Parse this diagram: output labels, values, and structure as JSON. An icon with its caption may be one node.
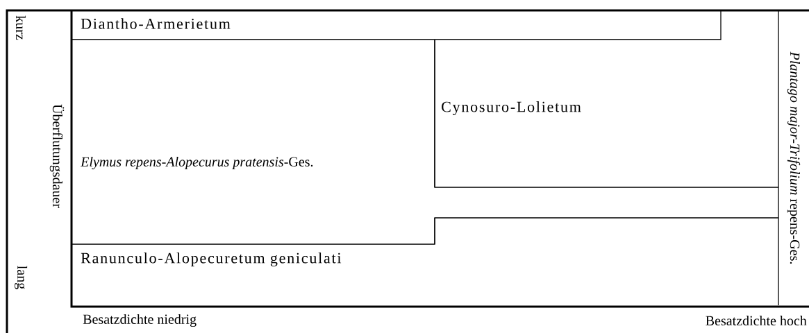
{
  "diagram": {
    "nodes": [
      {
        "text": [
          "Diantho-Armerietum"
        ]
      },
      {
        "text": [
          "*Elymus repens-Alopecurus pratensis*-Ges."
        ]
      },
      {
        "text": [
          "Cynosuro-Lolietum"
        ]
      },
      {
        "text": [
          "Ranunculo-Alopecuretum geniculati"
        ]
      },
      {
        "text": [
          "*Plantago major-Trifolium* repens-Ges."
        ]
      }
    ],
    "labels": [
      "kurz",
      "lang",
      "Überflutungsdauer",
      "Besatzdichte niedrig",
      "Besatzdichte hoch"
    ]
  }
}
